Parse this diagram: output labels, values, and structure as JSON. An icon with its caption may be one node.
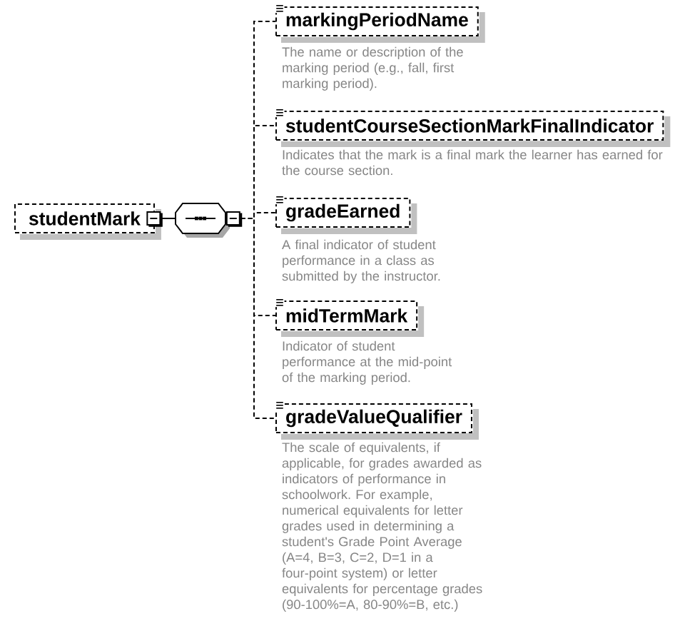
{
  "diagram": {
    "nodes": [
      {
        "text": [
          "studentMark"
        ]
      },
      {
        "text": [],
        "shape": "octagon"
      },
      {
        "text": [
          "markingPeriodName"
        ],
        "beside": [
          "The name or description of the marking period (e.g., fall, first marking period)."
        ]
      },
      {
        "text": [
          "studentCourseSectionMarkFinalIndicator"
        ],
        "beside": [
          "Indicates that the mark is a final mark the learner has earned for the course section."
        ]
      },
      {
        "text": [
          "gradeEarned"
        ],
        "beside": [
          "A final indicator of student performance in a class as submitted by the instructor."
        ]
      },
      {
        "text": [
          "midTermMark"
        ],
        "beside": [
          "Indicator of student performance at the mid-point of the marking period."
        ]
      },
      {
        "text": [
          "gradeValueQualifier"
        ],
        "beside": [
          "The scale of equivalents, if applicable, for grades awarded as indicators of performance in schoolwork. For example, numerical equivalents for letter grades used in determining a student's Grade Point Average (A=4, B=3, C=2, D=1 in a four-point system) or letter equivalents for percentage grades (90-100%=A, 80-90%=B, etc.)"
        ]
      }
    ],
    "edges": [
      {
        "from": 0,
        "to": 1,
        "arrow": "none"
      },
      {
        "from": 1,
        "to": 2,
        "arrow": "none",
        "style": "dashed"
      },
      {
        "from": 1,
        "to": 3,
        "arrow": "none",
        "style": "dashed"
      },
      {
        "from": 1,
        "to": 4,
        "arrow": "none",
        "style": "dashed"
      },
      {
        "from": 1,
        "to": 5,
        "arrow": "none",
        "style": "dashed"
      },
      {
        "from": 1,
        "to": 6,
        "arrow": "none",
        "style": "dashed"
      }
    ]
  }
}
